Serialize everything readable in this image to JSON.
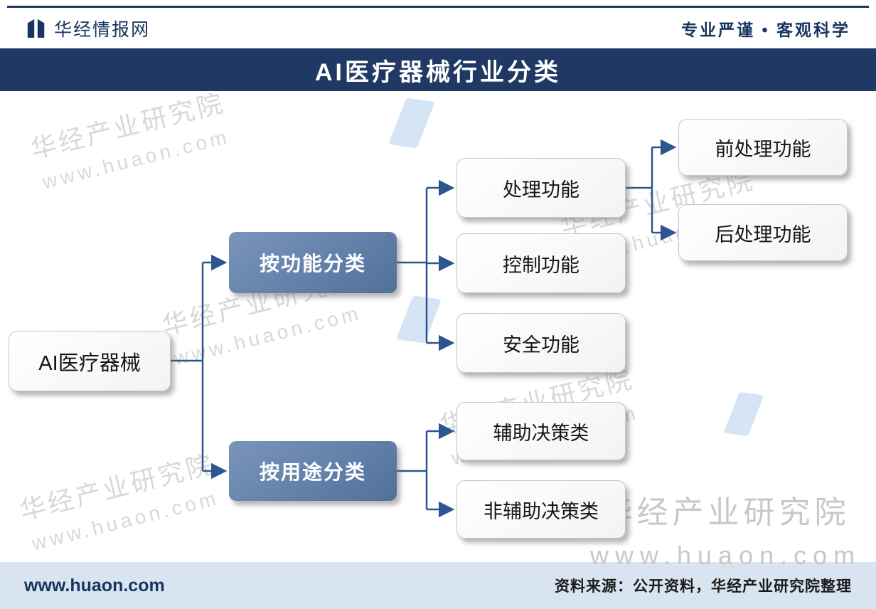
{
  "header": {
    "brand": "华经情报网",
    "slogan": "专业严谨 • 客观科学"
  },
  "title": "AI医疗器械行业分类",
  "diagram": {
    "root": "AI医疗器械",
    "branches": [
      {
        "label": "按功能分类",
        "children": [
          "处理功能",
          "控制功能",
          "安全功能"
        ]
      },
      {
        "label": "按用途分类",
        "children": [
          "辅助决策类",
          "非辅助决策类"
        ]
      }
    ],
    "sub_children": [
      "前处理功能",
      "后处理功能"
    ]
  },
  "watermark": {
    "org": "华经产业研究院",
    "url": "www.huaon.com"
  },
  "footer": {
    "site": "www.huaon.com",
    "source": "资料来源：公开资料，华经产业研究院整理"
  },
  "colors": {
    "navy": "#1f3864",
    "steel_blue": "#5b7ca8",
    "connector": "#2e5590",
    "footer_bg": "#d9e4f1",
    "watermark_gray": "#cccccc"
  }
}
